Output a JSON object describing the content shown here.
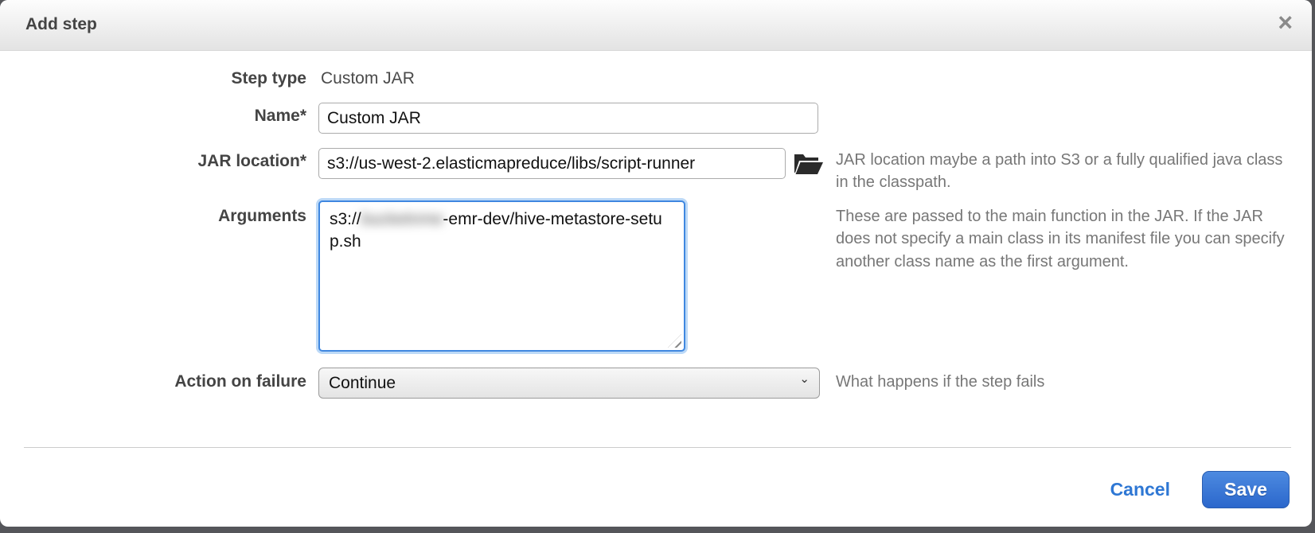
{
  "modal": {
    "title": "Add step",
    "close_glyph": "×"
  },
  "form": {
    "step_type": {
      "label": "Step type",
      "value": "Custom JAR"
    },
    "name": {
      "label": "Name*",
      "value": "Custom JAR"
    },
    "jar_location": {
      "label": "JAR location*",
      "value": "s3://us-west-2.elasticmapreduce/libs/script-runner",
      "browse_icon": "open-folder-icon",
      "help": "JAR location maybe a path into S3 or a fully qualified java class in the classpath."
    },
    "arguments": {
      "label": "Arguments",
      "value_prefix": "s3://",
      "value_redacted": "bucketnme",
      "value_suffix": "-emr-dev/hive-metastore-setup.sh",
      "help": "These are passed to the main function in the JAR. If the JAR does not specify a main class in its manifest file you can specify another class name as the first argument."
    },
    "action_on_failure": {
      "label": "Action on failure",
      "value": "Continue",
      "chevron_glyph": "⌄",
      "help": "What happens if the step fails"
    }
  },
  "footer": {
    "cancel_label": "Cancel",
    "save_label": "Save"
  },
  "colors": {
    "accent_blue": "#2e77d4",
    "save_button_blue": "#2b67cc",
    "focus_ring_blue": "#3f87e0",
    "backdrop_gray": "#55565a"
  }
}
